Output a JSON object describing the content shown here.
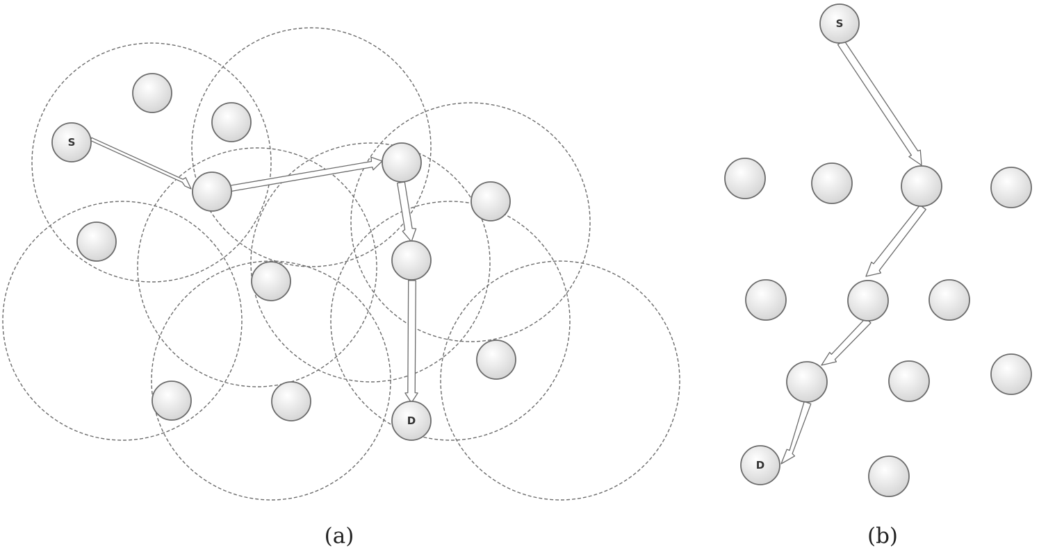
{
  "panel_a": {
    "caption": "(a)",
    "source_label": "S",
    "destination_label": "D"
  },
  "panel_b": {
    "caption": "(b)",
    "source_label": "S",
    "destination_label": "D"
  },
  "colors": {
    "node_fill_light": "#ffffff",
    "node_fill_dark": "#d6d6d6",
    "outline": "#6a6a6a",
    "range_stroke": "#6b6b6b"
  }
}
